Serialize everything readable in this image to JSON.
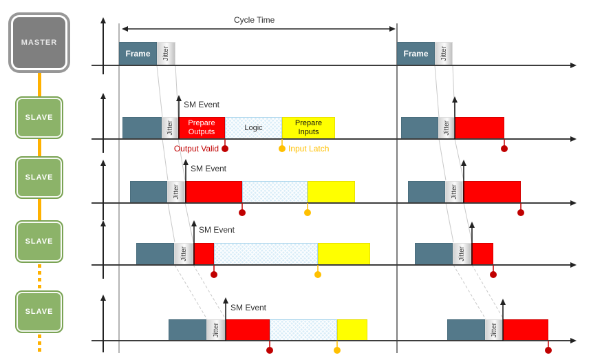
{
  "topology": {
    "master": "MASTER",
    "slave": "SLAVE",
    "connector_color": "#FFB100",
    "slave_count_shown": 4,
    "gap_between_slave3_and_slave4": "dotted (more slaves omitted)"
  },
  "labels": {
    "cycle_time": "Cycle Time",
    "frame": "Frame",
    "jitter": "Jitter",
    "sm_event": "SM Event",
    "prepare_outputs": "Prepare Outputs",
    "logic": "Logic",
    "prepare_inputs": "Prepare Inputs",
    "output_valid": "Output Valid",
    "input_latch": "Input Latch"
  },
  "colors": {
    "frame_box": "#54798A",
    "prepare_outputs_box": "#FF0000",
    "logic_box": "#D9EDF8",
    "prepare_inputs_box": "#FFFF00",
    "output_valid_marker": "#C00000",
    "input_latch_marker": "#FFC000",
    "master_node": "#7F7F7F",
    "slave_node": "#8CB369",
    "topology_connector": "#FFB100"
  },
  "timeline_rows": [
    {
      "device": "MASTER",
      "cycle1": [
        "Frame",
        "Jitter"
      ],
      "cycle2": [
        "Frame",
        "Jitter"
      ],
      "annotation": "Cycle Time"
    },
    {
      "device": "SLAVE 1",
      "cycle1": [
        "Frame",
        "Jitter",
        "Prepare Outputs",
        "Logic",
        "Prepare Inputs"
      ],
      "events": [
        "SM Event",
        "Output Valid",
        "Input Latch"
      ],
      "cycle2": [
        "Frame",
        "Jitter",
        "Prepare Outputs"
      ]
    },
    {
      "device": "SLAVE 2",
      "cycle1": [
        "Frame",
        "Jitter",
        "Prepare Outputs",
        "Logic",
        "Prepare Inputs"
      ],
      "events": [
        "SM Event",
        "Output Valid",
        "Input Latch"
      ],
      "cycle2": [
        "Frame",
        "Jitter",
        "Prepare Outputs"
      ]
    },
    {
      "device": "SLAVE 3",
      "cycle1": [
        "Frame",
        "Jitter",
        "Prepare Outputs",
        "Logic",
        "Prepare Inputs"
      ],
      "events": [
        "SM Event",
        "Output Valid",
        "Input Latch"
      ],
      "cycle2": [
        "Frame",
        "Jitter",
        "Prepare Outputs"
      ]
    },
    {
      "device": "SLAVE n",
      "cycle1": [
        "Frame",
        "Jitter",
        "Prepare Outputs",
        "Logic",
        "Prepare Inputs"
      ],
      "events": [
        "SM Event",
        "Output Valid",
        "Input Latch"
      ],
      "cycle2": [
        "Frame",
        "Jitter",
        "Prepare Outputs"
      ]
    }
  ]
}
